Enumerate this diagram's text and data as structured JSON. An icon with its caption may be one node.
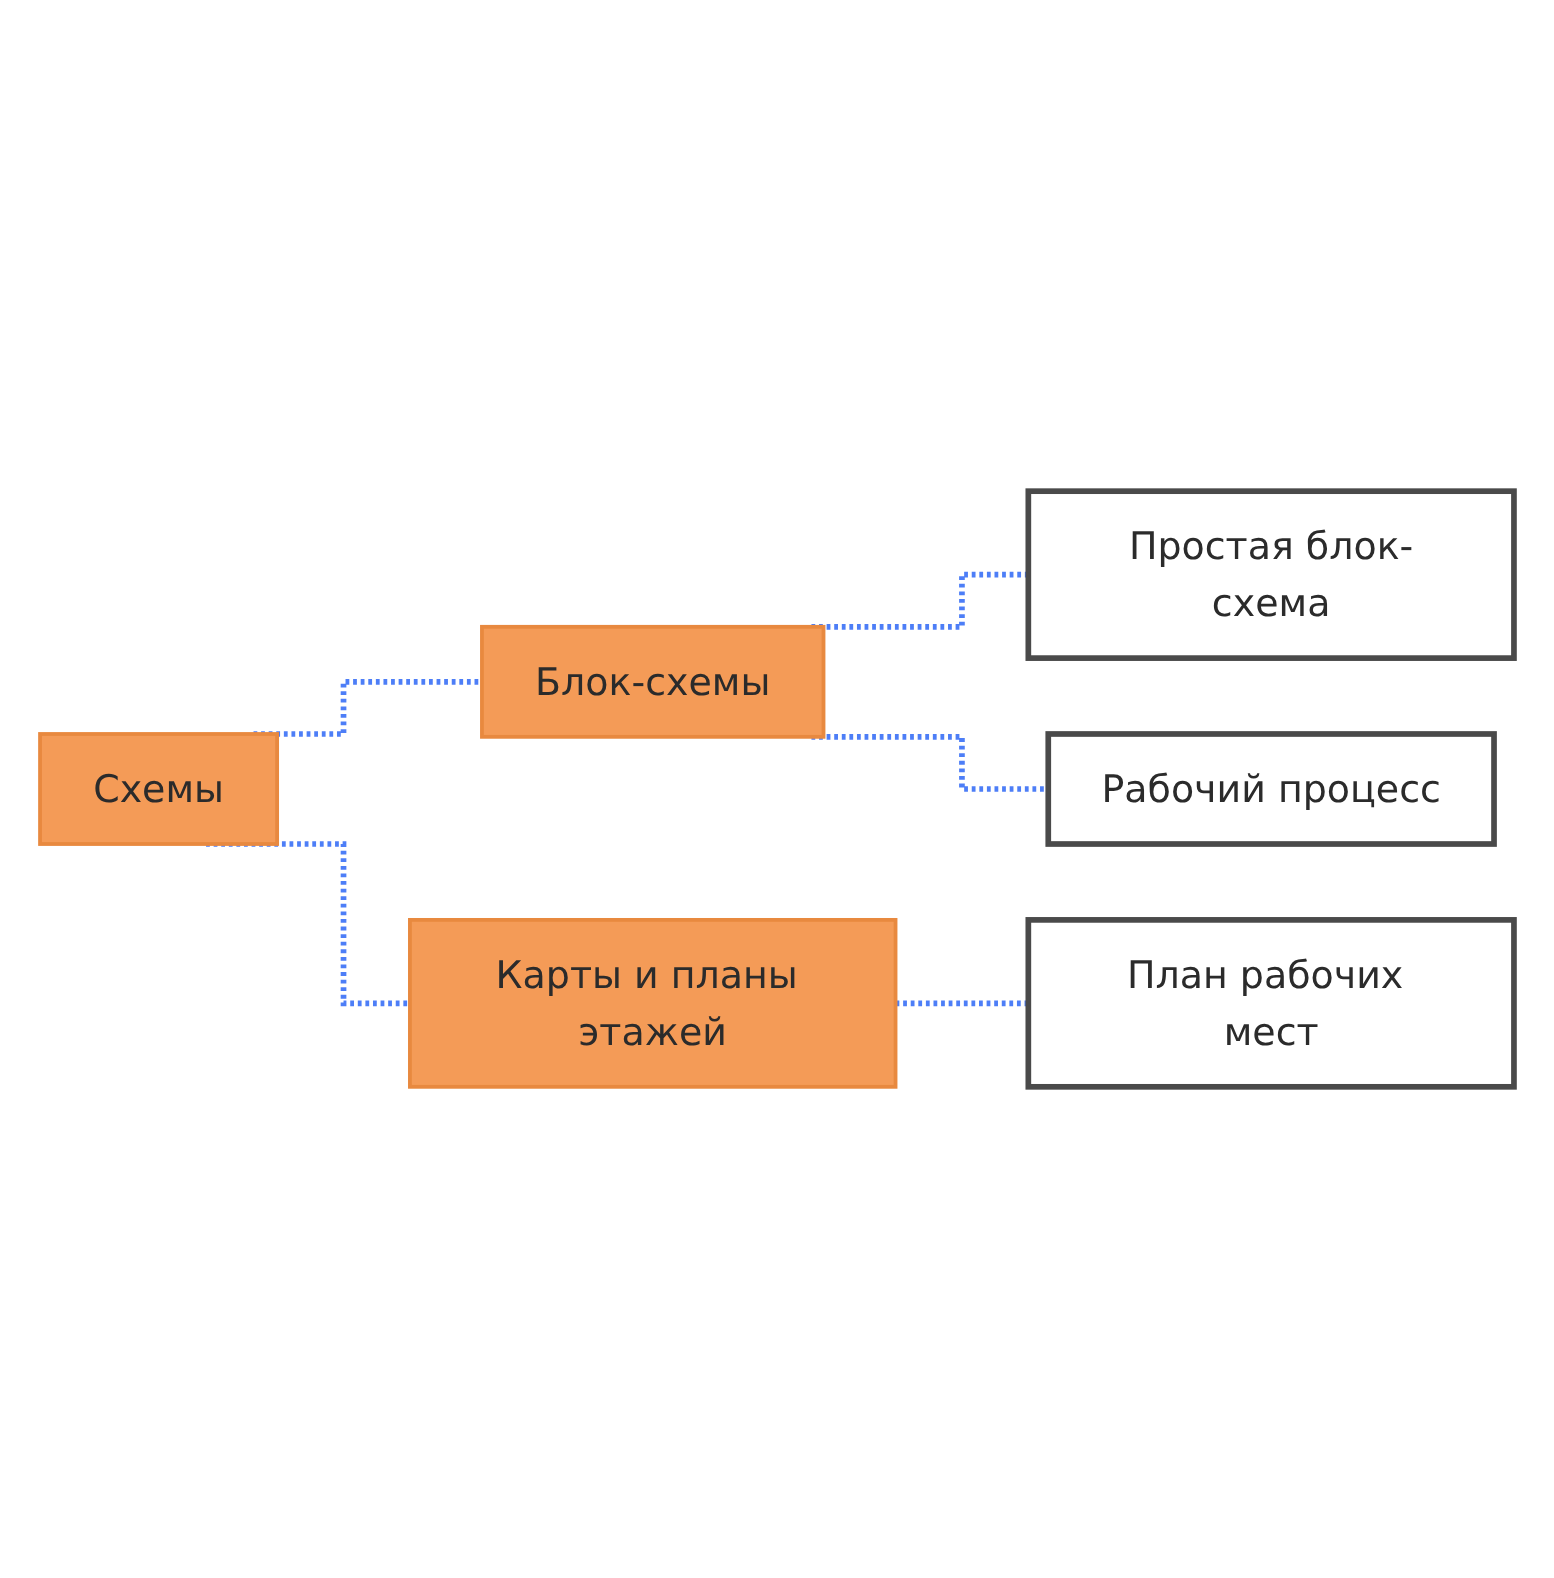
{
  "diagram": {
    "nodes": [
      {
        "text": [
          "Схемы"
        ]
      },
      {
        "text": [
          "Блок-схемы"
        ]
      },
      {
        "text": [
          "Простая блок-схема"
        ]
      },
      {
        "text": [
          "Рабочий процесс"
        ]
      },
      {
        "text": [
          "Карты и планы этажей"
        ]
      },
      {
        "text": [
          "План рабочих мест"
        ]
      }
    ],
    "edges": [
      {
        "from": 0,
        "to": 1,
        "arrow": "none",
        "style": "dashed"
      },
      {
        "from": 1,
        "to": 2,
        "arrow": "none",
        "style": "dashed"
      },
      {
        "from": 1,
        "to": 3,
        "arrow": "none",
        "style": "dashed"
      },
      {
        "from": 0,
        "to": 4,
        "arrow": "none",
        "style": "dashed"
      },
      {
        "from": 4,
        "to": 5,
        "arrow": "none",
        "style": "dashed"
      }
    ]
  }
}
